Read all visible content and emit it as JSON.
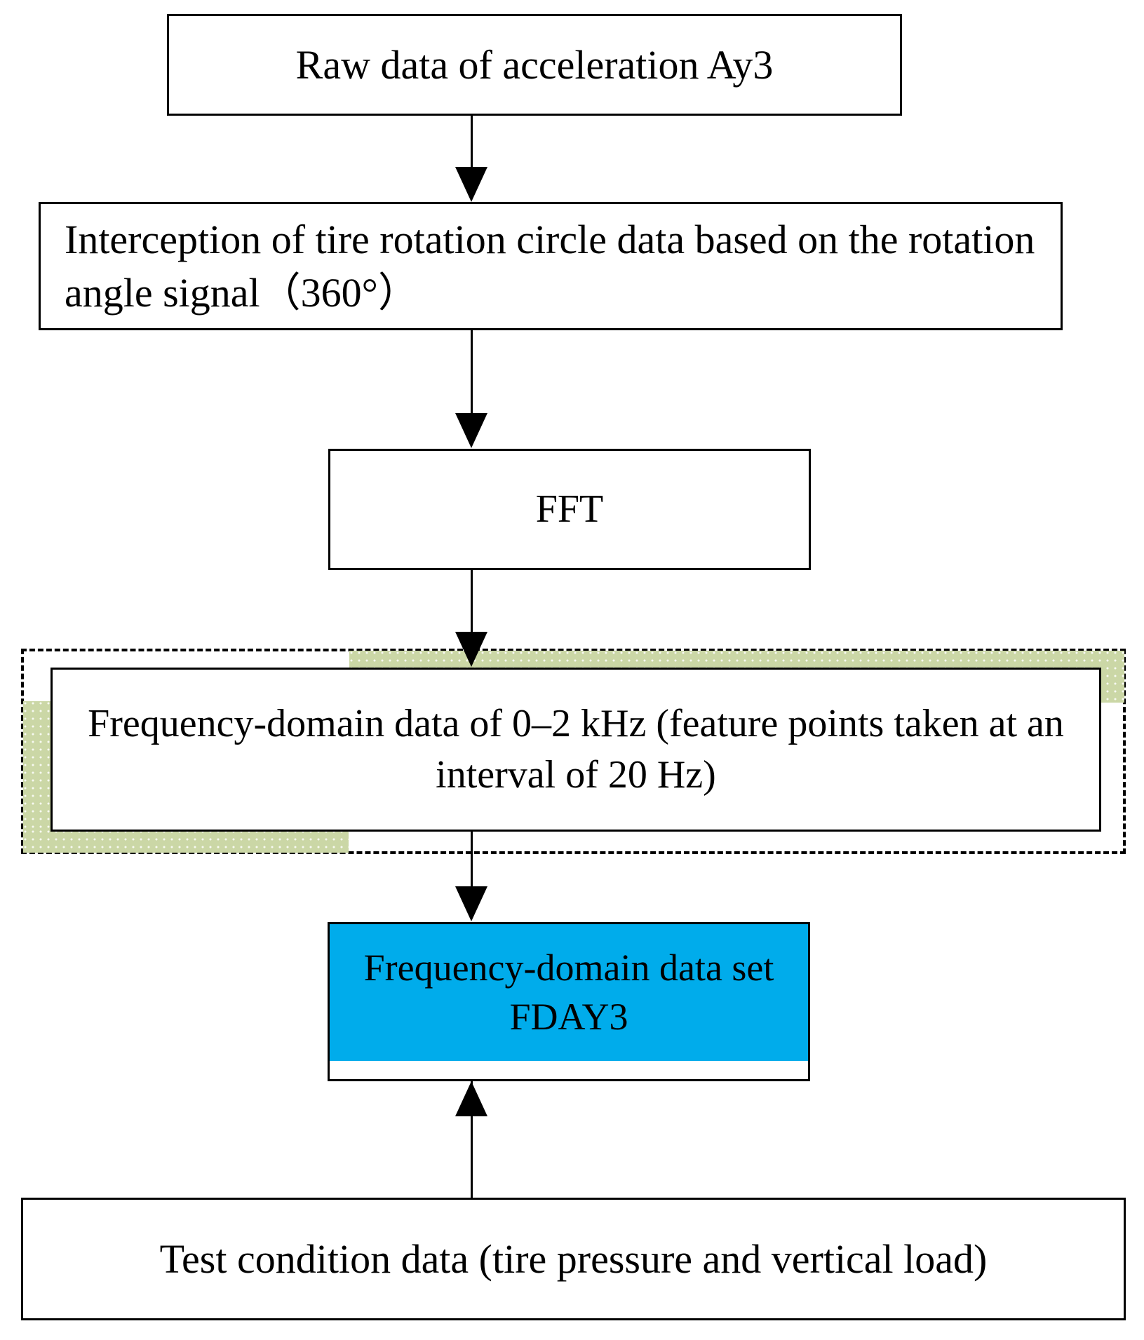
{
  "diagram": {
    "title": "Frequency-domain data set construction flowchart for acceleration Ay3",
    "colors": {
      "node_border": "#000000",
      "node_fill": "#ffffff",
      "highlight_green": "#cbd7a6",
      "fday3_blue": "#00aceb",
      "text": "#000000"
    },
    "nodes": [
      {
        "id": "raw-data",
        "label": "Raw data of acceleration Ay3",
        "shape": "rectangle",
        "fill": "#ffffff"
      },
      {
        "id": "interception",
        "label": "Interception of  tire rotation circle data based on the rotation angle signal（360°）",
        "shape": "rectangle",
        "fill": "#ffffff"
      },
      {
        "id": "fft",
        "label": "FFT",
        "shape": "rectangle",
        "fill": "#ffffff"
      },
      {
        "id": "freq-domain",
        "label": "Frequency-domain data of 0–2 kHz (feature points taken at an interval of 20 Hz)",
        "shape": "rectangle",
        "fill": "#ffffff",
        "group": "dashed-group",
        "highlighted": true
      },
      {
        "id": "fday3",
        "label": "Frequency-domain data set  FDAY3",
        "shape": "rectangle",
        "fill": "#00aceb"
      },
      {
        "id": "test-cond",
        "label": "Test condition data (tire pressure and vertical load)",
        "shape": "rectangle",
        "fill": "#ffffff"
      }
    ],
    "edges": [
      {
        "id": "e1",
        "from": "raw-data",
        "to": "interception",
        "direction": "down"
      },
      {
        "id": "e2",
        "from": "interception",
        "to": "fft",
        "direction": "down"
      },
      {
        "id": "e3",
        "from": "fft",
        "to": "freq-domain",
        "direction": "down"
      },
      {
        "id": "e4",
        "from": "freq-domain",
        "to": "fday3",
        "direction": "down"
      },
      {
        "id": "e5",
        "from": "test-cond",
        "to": "fday3",
        "direction": "up"
      }
    ]
  }
}
